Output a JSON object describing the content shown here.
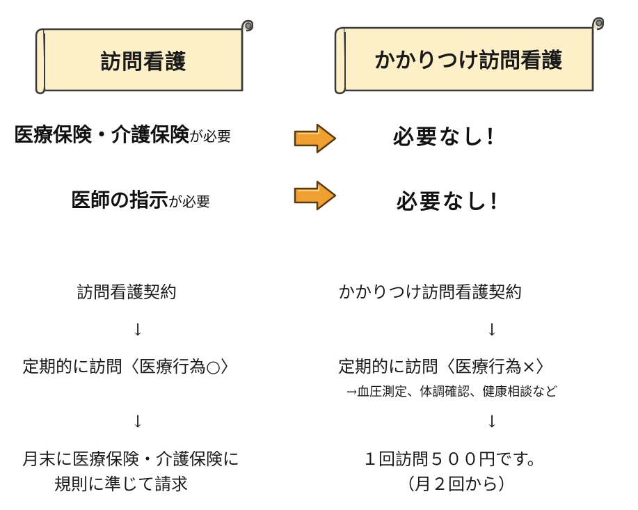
{
  "banners": {
    "left": "訪問看護",
    "right": "かかりつけ訪問看護"
  },
  "requirements": [
    {
      "main": "医療保険・介護保険",
      "suffix": "が必要",
      "result": "必要なし！"
    },
    {
      "main": "医師の指示",
      "suffix": "が必要",
      "result": "必要なし！"
    }
  ],
  "left_flow": {
    "contract": "訪問看護契約",
    "arrow1": "↓",
    "visit": "定期的に訪問〈医療行為○〉",
    "arrow2": "↓",
    "billing_line1": "月末に医療保険・介護保険に",
    "billing_line2": "規則に準じて請求"
  },
  "right_flow": {
    "contract": "かかりつけ訪問看護契約",
    "arrow1": "↓",
    "visit": "定期的に訪問〈医療行為×〉",
    "visit_note": "→血圧測定、体調確認、健康相談など",
    "arrow2": "↓",
    "price_line1": "１回訪問５００円です。",
    "price_line2": "（月２回から）"
  },
  "colors": {
    "scroll_fill": "#fdf0c8",
    "scroll_stroke": "#3a3a3a",
    "arrow_fill": "#f0a030",
    "arrow_stroke": "#5a3a10"
  }
}
